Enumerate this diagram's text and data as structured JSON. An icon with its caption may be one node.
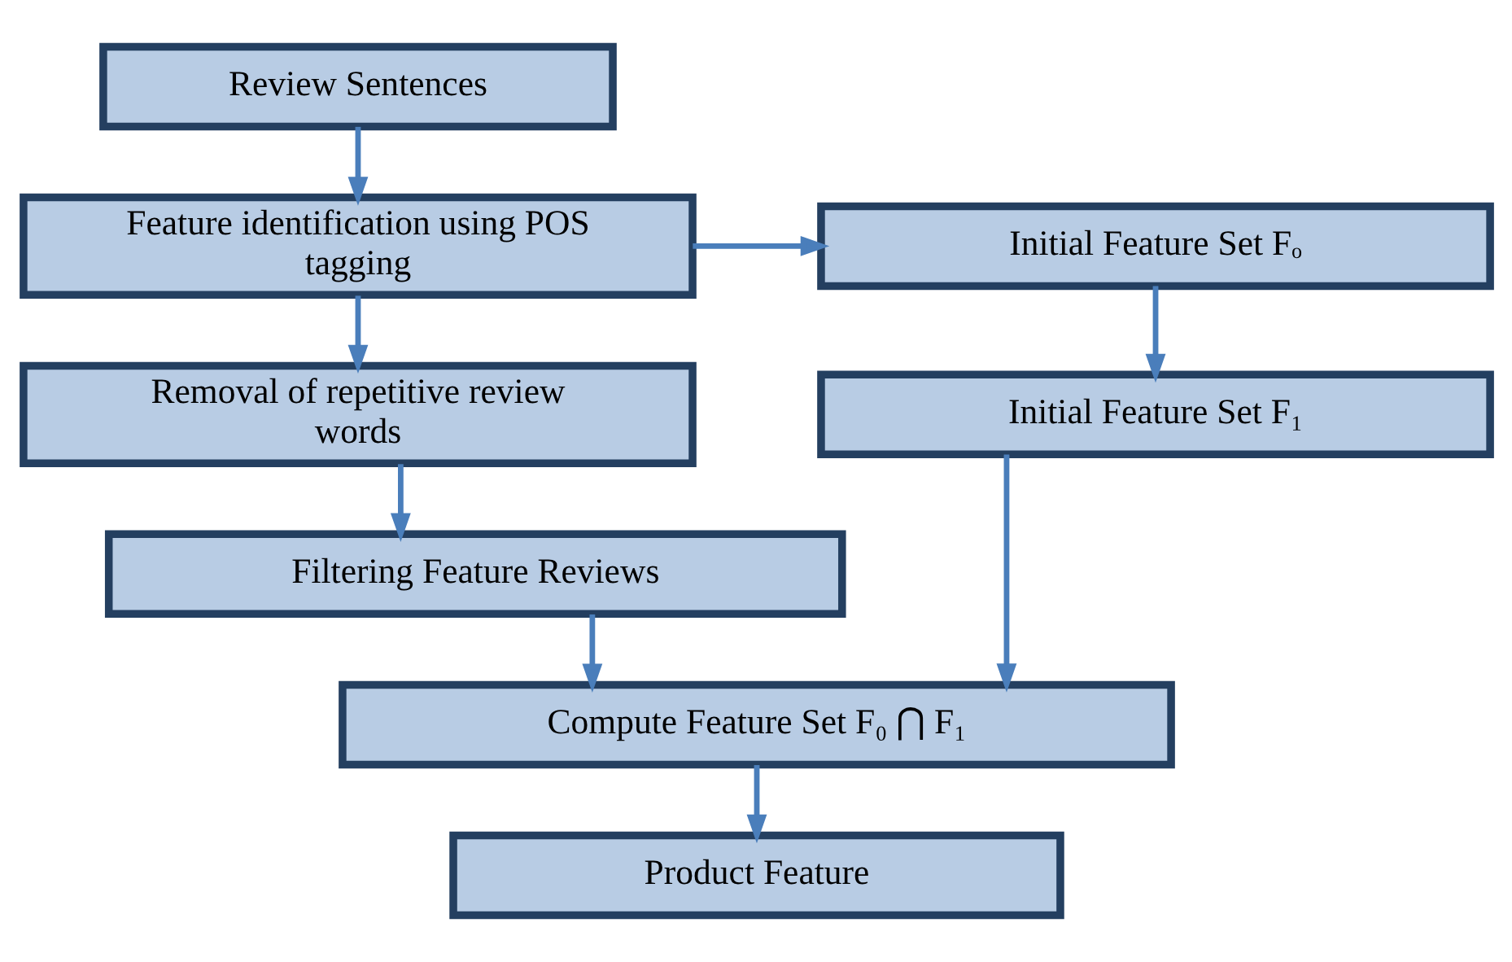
{
  "diagram": {
    "nodes": [
      {
        "text": [
          "Review Sentences"
        ]
      },
      {
        "text": [
          "Feature identification using POS tagging"
        ]
      },
      {
        "text": [
          "Initial Feature Set Fₒ"
        ]
      },
      {
        "text": [
          "Removal of repetitive review words"
        ]
      },
      {
        "text": [
          "Initial Feature Set F₁"
        ]
      },
      {
        "text": [
          "Filtering Feature Reviews"
        ]
      },
      {
        "text": [
          "Compute Feature Set F₀ ⋂ F₁"
        ]
      },
      {
        "text": [
          "Product Feature"
        ]
      }
    ],
    "edges": [
      {
        "from": 0,
        "to": 1,
        "arrow": "to"
      },
      {
        "from": 1,
        "to": 2,
        "arrow": "to"
      },
      {
        "from": 1,
        "to": 3,
        "arrow": "to"
      },
      {
        "from": 2,
        "to": 4,
        "arrow": "to"
      },
      {
        "from": 3,
        "to": 5,
        "arrow": "to"
      },
      {
        "from": 5,
        "to": 6,
        "arrow": "to"
      },
      {
        "from": 4,
        "to": 6,
        "arrow": "to"
      },
      {
        "from": 6,
        "to": 7,
        "arrow": "to"
      }
    ]
  }
}
